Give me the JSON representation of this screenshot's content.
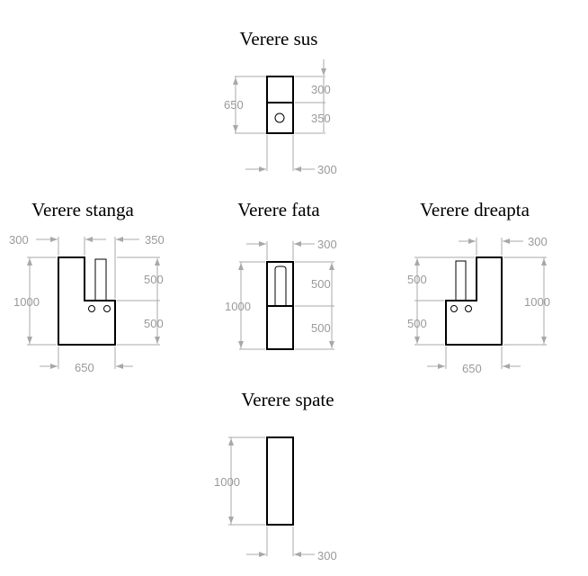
{
  "views": {
    "top": {
      "title": "Verere sus",
      "d1": "300",
      "d2": "350",
      "d3": "650",
      "d4": "300"
    },
    "left": {
      "title": "Verere stanga",
      "d1": "300",
      "d2": "350",
      "d3": "1000",
      "d4": "500",
      "d5": "500",
      "d6": "650"
    },
    "front": {
      "title": "Verere fata",
      "d1": "300",
      "d2": "1000",
      "d3": "500",
      "d4": "500"
    },
    "right": {
      "title": "Verere dreapta",
      "d1": "300",
      "d2": "500",
      "d3": "500",
      "d4": "1000",
      "d5": "650"
    },
    "back": {
      "title": "Verere spate",
      "d1": "1000",
      "d2": "300"
    }
  },
  "colors": {
    "object": "#000000",
    "dimension": "#9a9a9a"
  }
}
